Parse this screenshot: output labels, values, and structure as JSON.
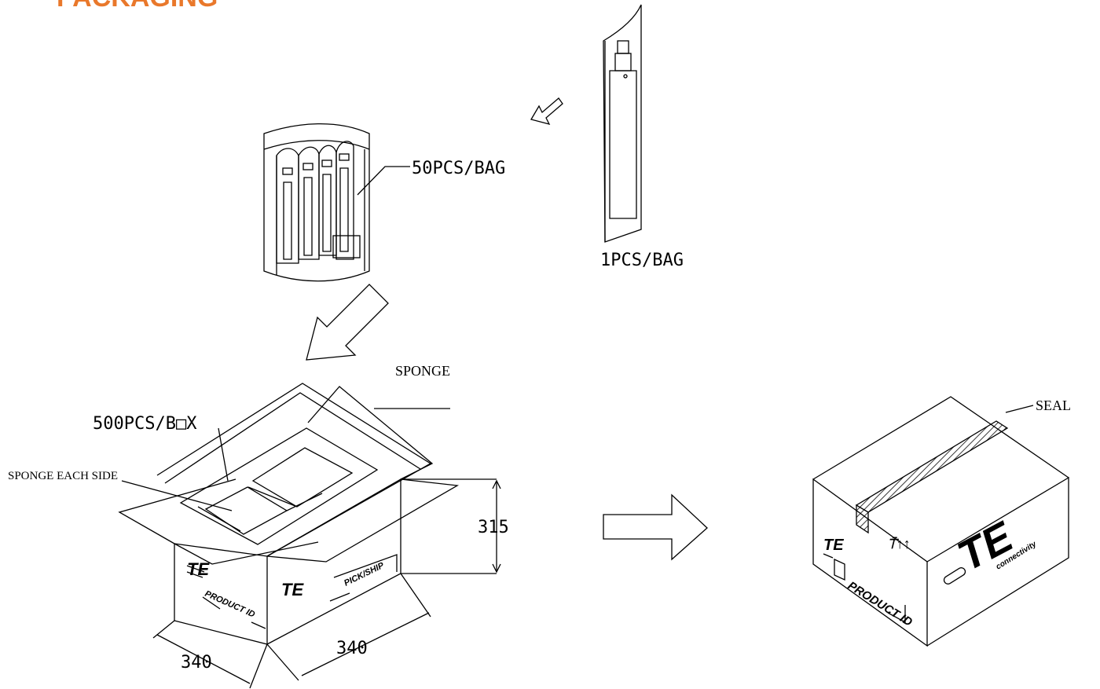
{
  "title": "PACKAGING",
  "colors": {
    "title": "#e9782b",
    "line": "#000000"
  },
  "labels": {
    "pcs_per_bag_1": "1PCS/BAG",
    "pcs_per_bag_50": "50PCS/BAG",
    "pcs_per_box": "500PCS/B□X",
    "sponge": "SPONGE",
    "sponge_each_side": "SPONGE EACH SIDE",
    "seal": "SEAL"
  },
  "dimensions": {
    "height": "315",
    "width_left": "340",
    "width_right": "340"
  },
  "markings": {
    "brand": "TE",
    "brand_sub": "connectivity",
    "product_id": "PRODUCT ID",
    "pick_ship": "PICK/SHIP"
  }
}
